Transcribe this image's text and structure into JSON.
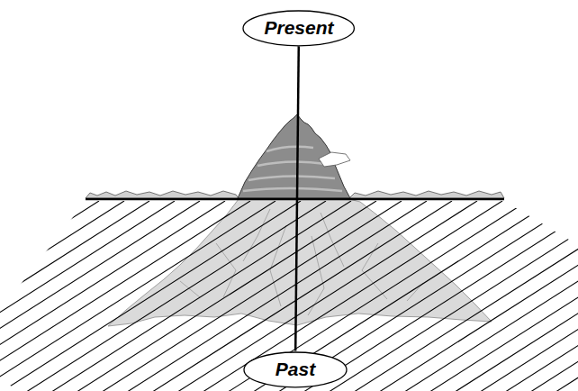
{
  "diagram": {
    "nodes": [
      {
        "text": [
          "Present"
        ]
      },
      {
        "text": [
          "Past"
        ]
      }
    ],
    "edges": [
      {
        "from": 0,
        "to": 1,
        "arrow": "none"
      }
    ]
  }
}
